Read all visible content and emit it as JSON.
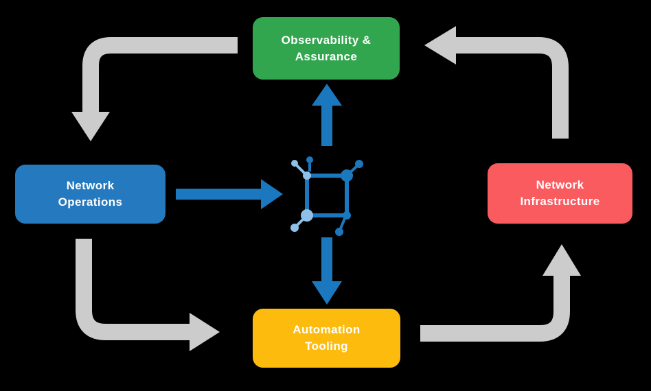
{
  "background_color": "#000000",
  "nodes": {
    "observability": {
      "label": "Observability & Assurance",
      "lines": [
        "Observability &",
        "Assurance"
      ],
      "color": "#31A64F"
    },
    "operations": {
      "label": "Network Operations",
      "lines": [
        "Network",
        "Operations"
      ],
      "color": "#2579BE"
    },
    "infrastructure": {
      "label": "Network Infrastructure",
      "lines": [
        "Network",
        "Infrastructure"
      ],
      "color": "#FA5B5F"
    },
    "automation": {
      "label": "Automation Tooling",
      "lines": [
        "Automation",
        "Tooling"
      ],
      "color": "#FCBB0D"
    }
  },
  "center_icon": {
    "name": "network-nodes-icon",
    "primary_color": "#1B78BE",
    "secondary_color": "#8FC0E9"
  },
  "arrows": {
    "gray_color": "#CCCCCC",
    "blue_color": "#1B78BE",
    "gray_cycle": [
      "observability-to-operations",
      "operations-to-automation",
      "automation-to-infrastructure",
      "infrastructure-to-observability"
    ],
    "blue_links": [
      "operations-to-center",
      "center-to-observability",
      "center-to-automation"
    ]
  }
}
